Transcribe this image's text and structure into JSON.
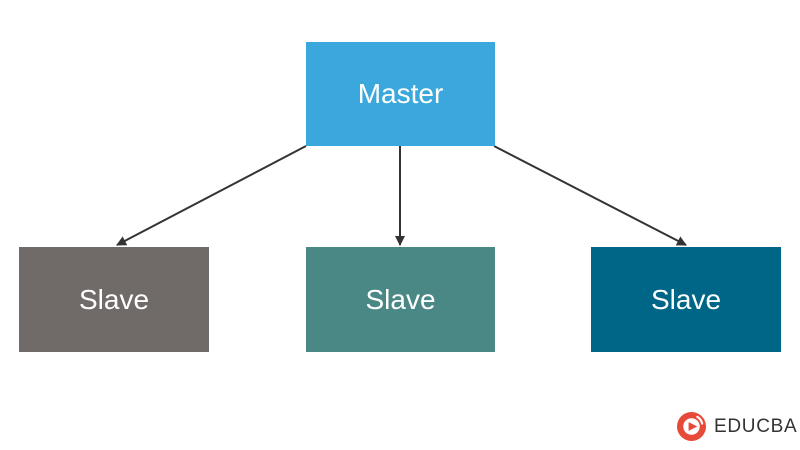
{
  "diagram": {
    "master": {
      "label": "Master",
      "color": "#3aa8dc"
    },
    "slaves": [
      {
        "label": "Slave",
        "color": "#706b69"
      },
      {
        "label": "Slave",
        "color": "#4a8886"
      },
      {
        "label": "Slave",
        "color": "#006687"
      }
    ]
  },
  "brand": {
    "name": "EDUCBA",
    "icon": "educba-logo-icon",
    "color": "#e84a39"
  }
}
